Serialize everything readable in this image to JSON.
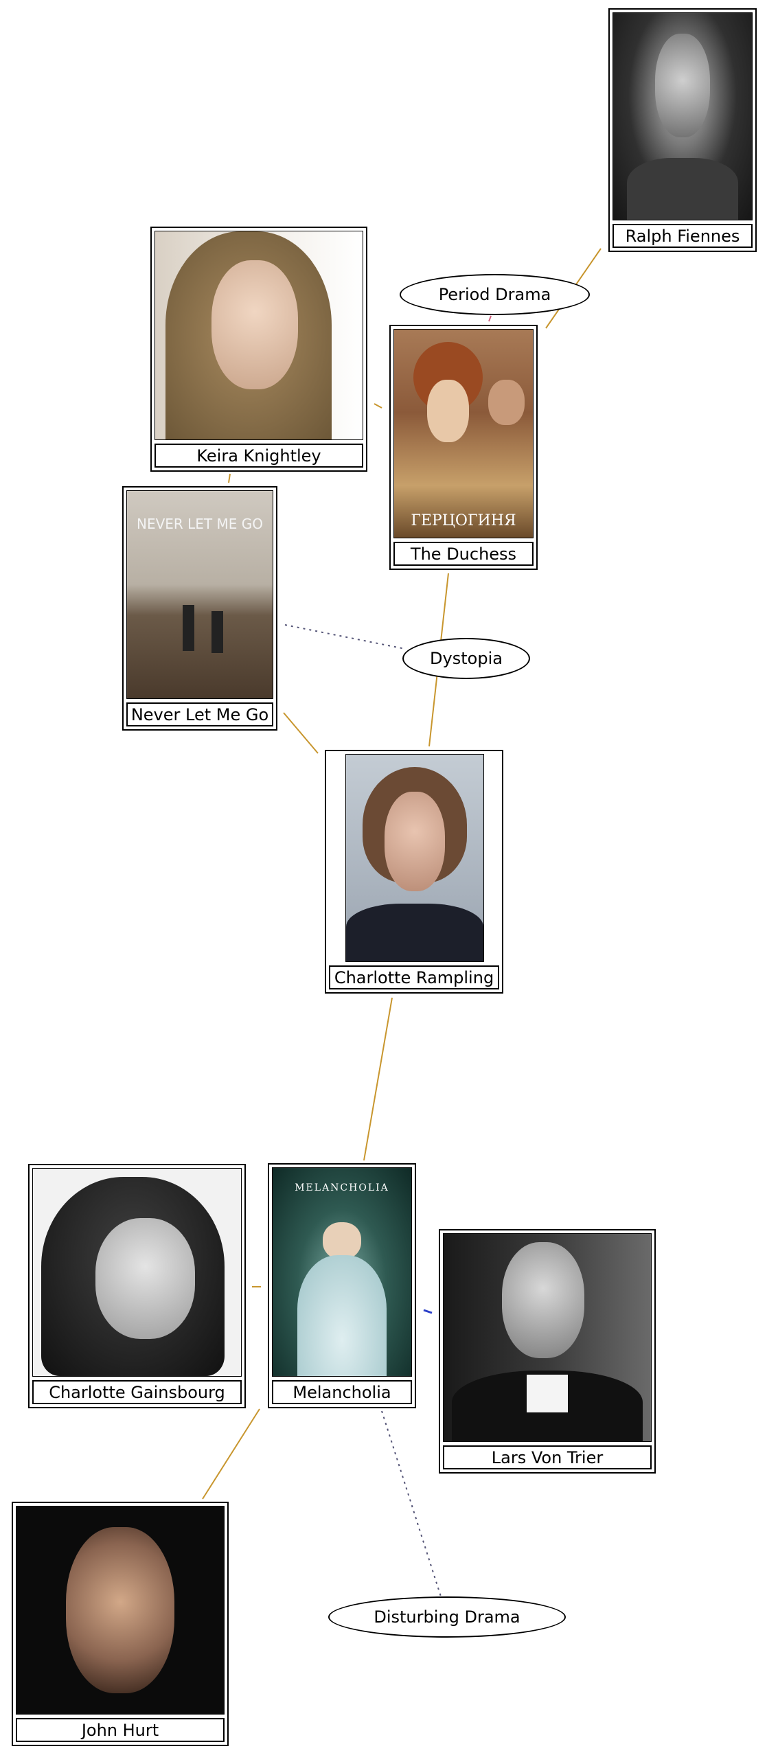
{
  "colors": {
    "actor_edge": "#c8962e",
    "genre_edge": "#555577",
    "director_edge": "#2a3fc8",
    "period_edge": "#d06080"
  },
  "nodes": {
    "ralph_fiennes": {
      "label": "Ralph Fiennes",
      "icon": "portrait-photo"
    },
    "keira_knightley": {
      "label": "Keira Knightley",
      "icon": "portrait-photo"
    },
    "the_duchess": {
      "label": "The Duchess",
      "icon": "movie-poster",
      "poster_text": "ГЕРЦОГИНЯ"
    },
    "never_let_me_go": {
      "label": "Never Let Me Go",
      "icon": "movie-poster",
      "poster_text": "NEVER LET ME GO"
    },
    "charlotte_rampling": {
      "label": "Charlotte Rampling",
      "icon": "portrait-photo"
    },
    "charlotte_gainsbourg": {
      "label": "Charlotte Gainsbourg",
      "icon": "portrait-photo"
    },
    "melancholia": {
      "label": "Melancholia",
      "icon": "movie-poster",
      "poster_text": "MELANCHOLIA"
    },
    "lars_von_trier": {
      "label": "Lars Von Trier",
      "icon": "portrait-photo"
    },
    "john_hurt": {
      "label": "John Hurt",
      "icon": "portrait-photo"
    }
  },
  "genres": {
    "period_drama": "Period Drama",
    "dystopia": "Dystopia",
    "disturbing_drama": "Disturbing Drama"
  }
}
